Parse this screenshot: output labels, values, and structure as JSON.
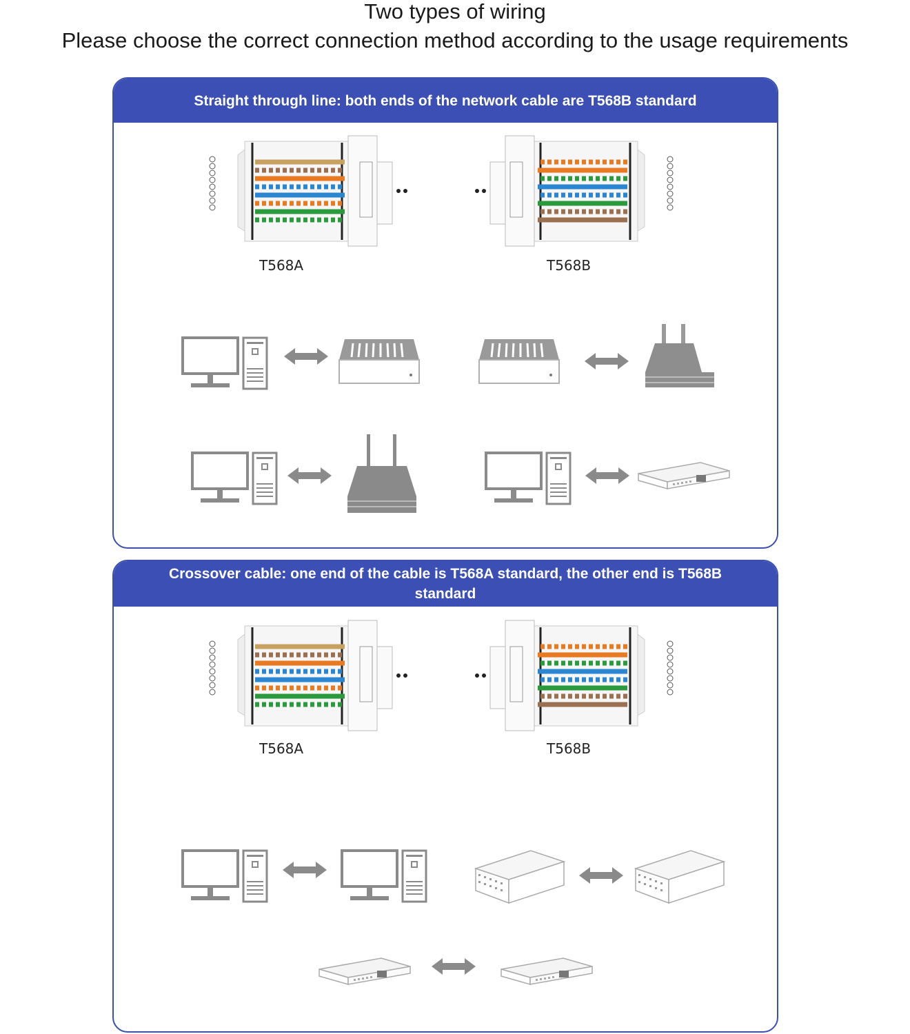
{
  "header": {
    "title": "Two types of wiring",
    "subtitle": "Please choose the correct connection method according to the usage requirements"
  },
  "colors": {
    "accent": "#3c4fb4",
    "device_gray": "#8a8a8a",
    "wire_orange": "#e87a22",
    "wire_green": "#2a9a3c",
    "wire_blue": "#2a86d0",
    "wire_brown": "#9a7050",
    "wire_tan": "#c8a060"
  },
  "straight": {
    "heading": "Straight through line: both ends of the network cable are T568B standard",
    "left_connector": "T568A",
    "right_connector": "T568B",
    "connections": [
      {
        "from": "computer-icon",
        "to": "switch-icon"
      },
      {
        "from": "switch-icon",
        "to": "modem-icon"
      },
      {
        "from": "computer-icon",
        "to": "router-icon"
      },
      {
        "from": "computer-icon",
        "to": "hub-icon"
      }
    ]
  },
  "crossover": {
    "heading": "Crossover cable: one end of the cable is T568A standard, the other end is T568B standard",
    "left_connector": "T568A",
    "right_connector": "T568B",
    "connections": [
      {
        "from": "computer-icon",
        "to": "computer-icon"
      },
      {
        "from": "switch-icon",
        "to": "switch-icon"
      },
      {
        "from": "hub-icon",
        "to": "hub-icon"
      }
    ]
  }
}
